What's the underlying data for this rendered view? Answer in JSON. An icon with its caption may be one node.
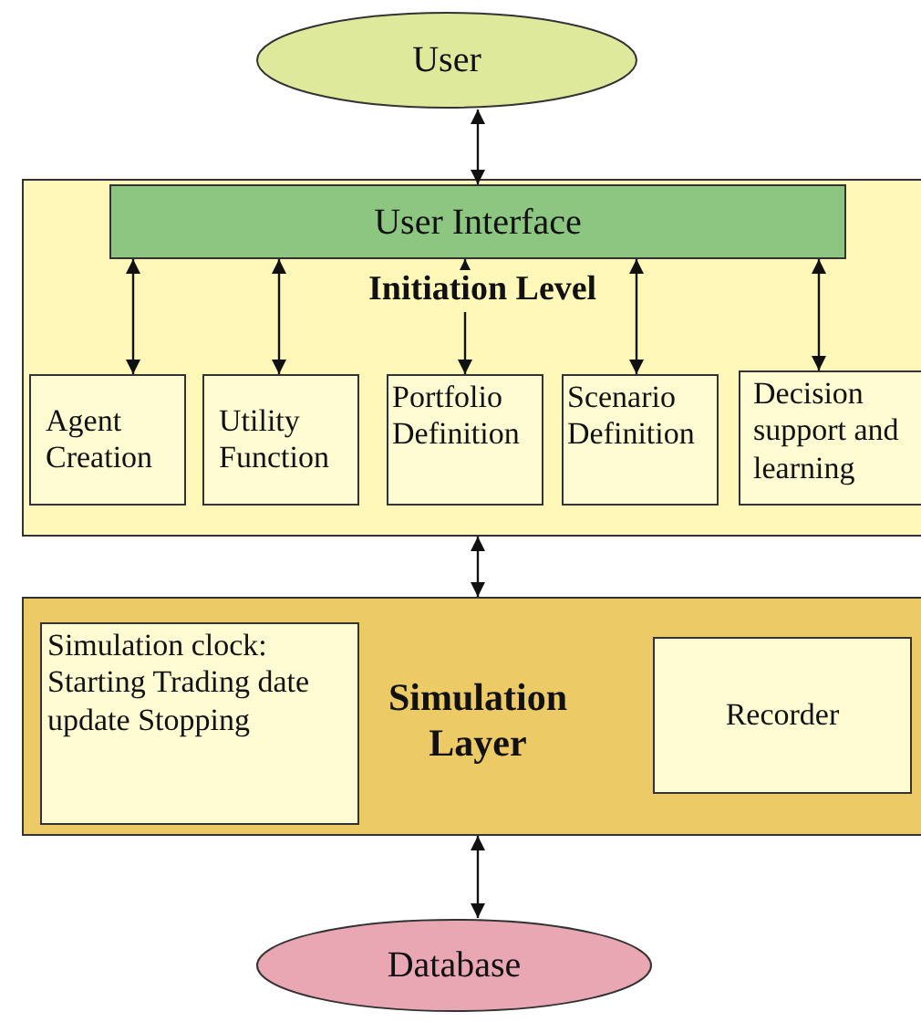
{
  "diagram": {
    "nodes": [
      {
        "text": [
          "User"
        ]
      },
      {
        "text": [
          "Initiation Level"
        ]
      },
      {
        "text": [
          "User Interface"
        ],
        "in": 1
      },
      {
        "text": [
          "Agent Creation"
        ],
        "in": 1
      },
      {
        "text": [
          "Utility Function"
        ],
        "in": 1
      },
      {
        "text": [
          "Portfolio Definition"
        ],
        "in": 1
      },
      {
        "text": [
          "Scenario Definition"
        ],
        "in": 1
      },
      {
        "text": [
          "Decision support and learning"
        ],
        "in": 1
      },
      {
        "text": [
          "Simulation Layer"
        ]
      },
      {
        "text": [
          "Simulation clock: Starting Trading date update Stopping"
        ],
        "in": 8
      },
      {
        "text": [
          "Recorder"
        ],
        "in": 8
      },
      {
        "text": [
          "Database"
        ]
      }
    ],
    "edges": [
      {
        "from": 0,
        "to": 2,
        "arrow": "both"
      },
      {
        "from": 2,
        "to": 3,
        "arrow": "both"
      },
      {
        "from": 2,
        "to": 4,
        "arrow": "both"
      },
      {
        "from": 2,
        "to": 5,
        "arrow": "both"
      },
      {
        "from": 2,
        "to": 6,
        "arrow": "both"
      },
      {
        "from": 2,
        "to": 7,
        "arrow": "both"
      },
      {
        "from": 1,
        "to": 8,
        "arrow": "both"
      },
      {
        "from": 8,
        "to": 11,
        "arrow": "both"
      }
    ]
  }
}
